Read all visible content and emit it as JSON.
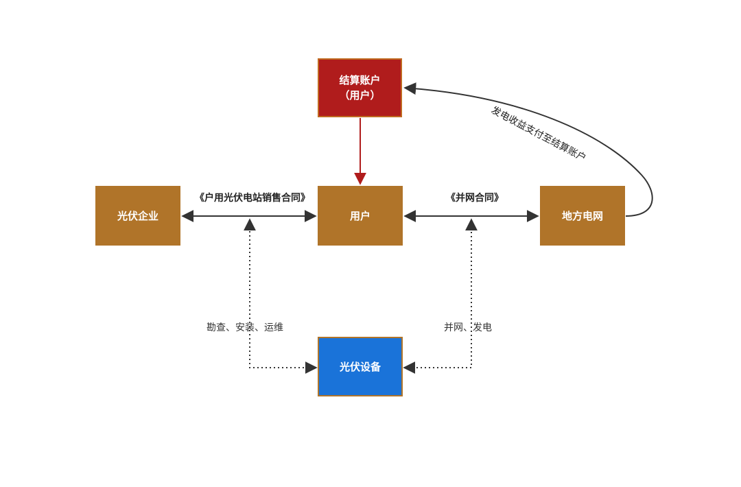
{
  "nodes": {
    "settlement_account": {
      "line1": "结算账户",
      "line2": "（用户）",
      "color": "#b01c1c"
    },
    "pv_company": {
      "label": "光伏企业",
      "color": "#b07429"
    },
    "user": {
      "label": "用户",
      "color": "#b07429"
    },
    "local_grid": {
      "label": "地方电网",
      "color": "#b07429"
    },
    "pv_equipment": {
      "label": "光伏设备",
      "color": "#1a73d9"
    }
  },
  "edges": {
    "sales_contract": "《户用光伏电站销售合同》",
    "grid_contract": "《并网合同》",
    "survey_install_ops": "勘查、安装、运维",
    "grid_connect_generate": "并网、发电",
    "revenue_payment": "发电收益支付至结算账户"
  }
}
